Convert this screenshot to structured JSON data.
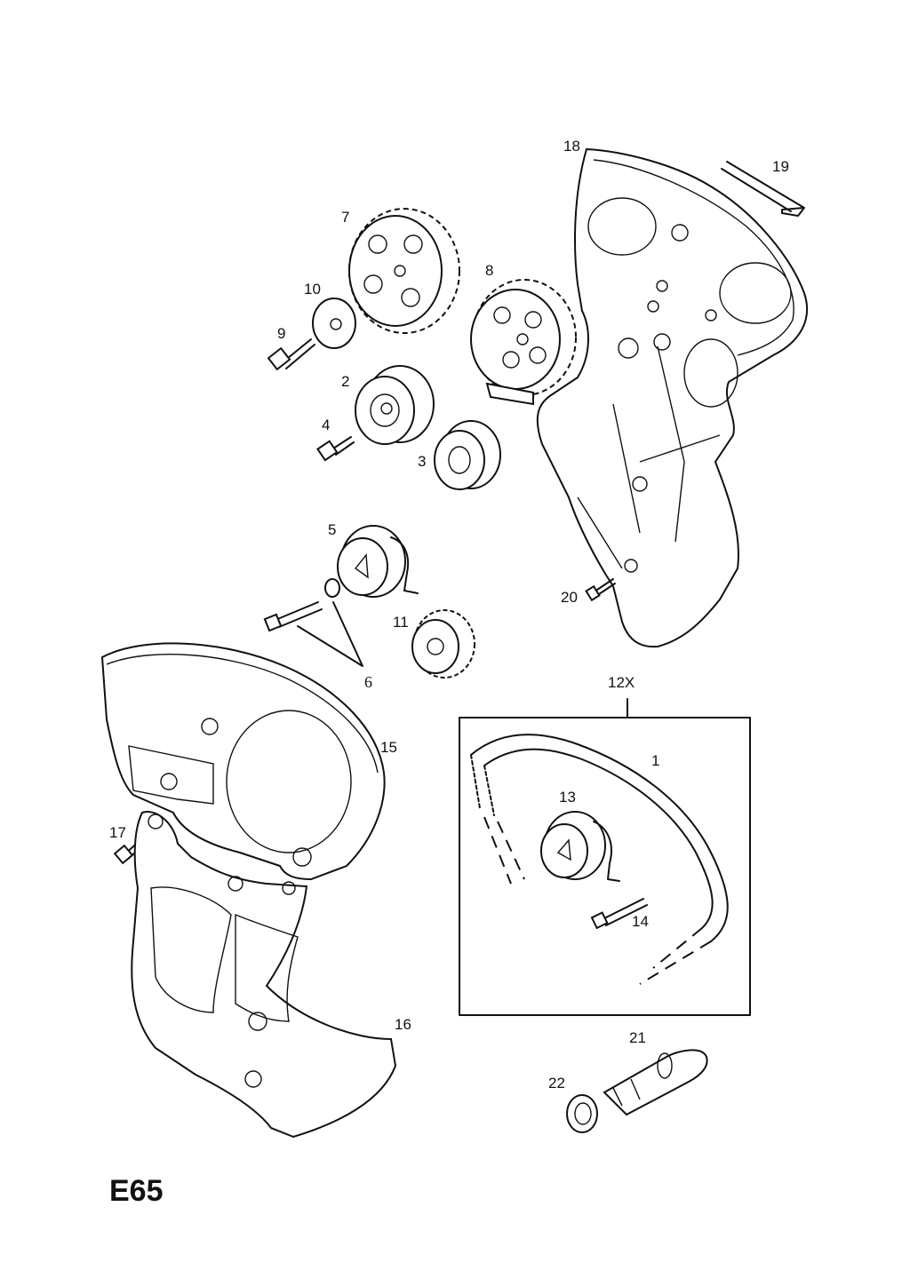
{
  "page_code": "E65",
  "callouts": {
    "c1": "1",
    "c2": "2",
    "c3": "3",
    "c4": "4",
    "c5": "5",
    "c6": "6",
    "c7": "7",
    "c8": "8",
    "c9": "9",
    "c10": "10",
    "c11": "11",
    "c12x": "12X",
    "c13": "13",
    "c14": "14",
    "c15": "15",
    "c16": "16",
    "c17": "17",
    "c18": "18",
    "c19": "19",
    "c20": "20",
    "c21": "21",
    "c22": "22"
  }
}
